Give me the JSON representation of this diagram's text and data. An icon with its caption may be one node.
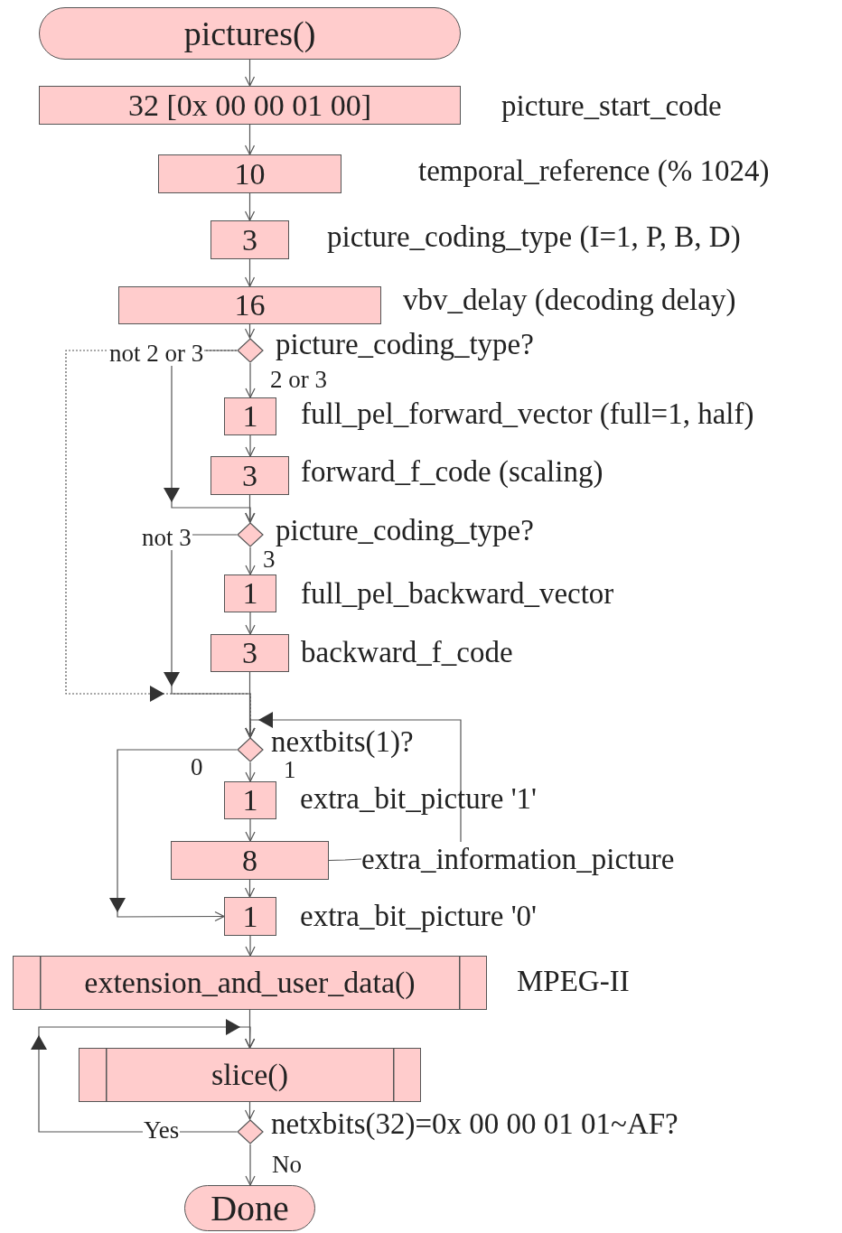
{
  "diagram": {
    "nodes": [
      {
        "text": [
          "pictures()"
        ]
      },
      {
        "text": [
          "32 [0x 00 00 01 00]"
        ],
        "beside": [
          "picture_start_code"
        ]
      },
      {
        "text": [
          "10"
        ]
      },
      {
        "text": [
          "3"
        ],
        "beside": [
          "picture_coding_type (I=1, P, B, D)"
        ]
      },
      {
        "text": [
          "16"
        ],
        "beside": [
          "vbv_delay (decoding delay)"
        ]
      },
      {
        "text": [],
        "shape": "diamond",
        "beside": [
          "picture_coding_type?"
        ]
      },
      {
        "text": [
          "1"
        ],
        "beside": [
          "full_pel_forward_vector (full=1, half)"
        ]
      },
      {
        "text": [
          "3"
        ],
        "beside": [
          "forward_f_code (scaling)"
        ]
      },
      {
        "text": [],
        "shape": "diamond",
        "beside": [
          "picture_coding_type?"
        ]
      },
      {
        "text": [
          "1"
        ],
        "beside": [
          "full_pel_backward_vector"
        ]
      },
      {
        "text": [
          "3"
        ],
        "beside": [
          "backward_f_code"
        ]
      },
      {
        "text": [],
        "shape": "diamond",
        "beside": [
          "nextbits(1)?"
        ]
      },
      {
        "text": [
          "1"
        ],
        "beside": [
          "extra_bit_picture '1'"
        ]
      },
      {
        "text": [
          "8"
        ]
      },
      {
        "text": [
          "1"
        ],
        "beside": [
          "extra_bit_picture '0'"
        ]
      },
      {
        "text": [
          "extension_and_user_data()"
        ],
        "beside": [
          "MPEG-II"
        ]
      },
      {
        "text": [
          "slice()"
        ]
      },
      {
        "text": [],
        "shape": "diamond",
        "beside": [
          "netxbits(32)=0x 00 00 01 01~AF?"
        ]
      },
      {
        "text": [
          "Done"
        ]
      },
      {
        "text": [
          "extra_information_picture"
        ]
      }
    ],
    "edges": [
      {
        "from": 0,
        "to": 1,
        "arrow": "to"
      },
      {
        "from": 1,
        "to": 2,
        "arrow": "to"
      },
      {
        "from": 2,
        "to": 3,
        "arrow": "to"
      },
      {
        "from": 3,
        "to": 4,
        "arrow": "to"
      },
      {
        "from": 4,
        "to": 5,
        "arrow": "to"
      },
      {
        "from": 5,
        "to": 6,
        "label": "2 or 3",
        "arrow": "to"
      },
      {
        "from": 6,
        "to": 7,
        "arrow": "to"
      },
      {
        "from": 7,
        "to": 8,
        "arrow": "to"
      },
      {
        "from": 5,
        "to": 8,
        "label": "not 2 or 3",
        "arrow": "to"
      },
      {
        "from": 5,
        "to": 11,
        "arrow": "to",
        "style": "dashed"
      },
      {
        "from": 8,
        "to": 9,
        "label": "3",
        "arrow": "to"
      },
      {
        "from": 9,
        "to": 10,
        "arrow": "to"
      },
      {
        "from": 10,
        "to": 11,
        "arrow": "to"
      },
      {
        "from": 8,
        "to": 11,
        "label": "not 3",
        "arrow": "to"
      },
      {
        "from": 11,
        "to": 12,
        "label": "1",
        "arrow": "to"
      },
      {
        "from": 12,
        "to": 13,
        "arrow": "to"
      },
      {
        "from": 13,
        "to": 14,
        "arrow": "to"
      },
      {
        "from": 11,
        "to": 14,
        "label": "0",
        "arrow": "to"
      },
      {
        "from": 19,
        "to": 11,
        "arrow": "to"
      },
      {
        "from": 14,
        "to": 15,
        "arrow": "to"
      },
      {
        "from": 15,
        "to": 16,
        "arrow": "to"
      },
      {
        "from": 16,
        "to": 17,
        "arrow": "to"
      },
      {
        "from": 17,
        "to": 16,
        "label": "Yes",
        "arrow": "to"
      },
      {
        "from": 17,
        "to": 18,
        "label": "No",
        "arrow": "to"
      },
      {
        "from": 13,
        "to": 19,
        "arrow": "none"
      }
    ],
    "labels": [
      "temporal_reference (% 1024)"
    ]
  }
}
